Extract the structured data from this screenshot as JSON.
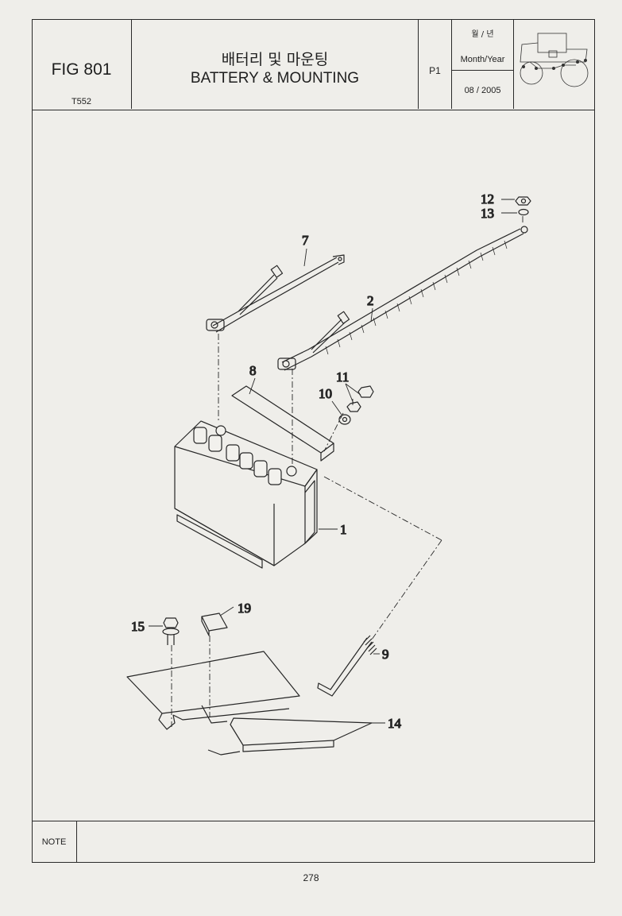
{
  "header": {
    "figure": "FIG 801",
    "model": "T552",
    "title_korean": "배터리 및 마운팅",
    "title_english": "BATTERY & MOUNTING",
    "page_code": "P1",
    "month_year_label_korean": "월 / 년",
    "month_year_label": "Month/Year",
    "date": "08 / 2005"
  },
  "callouts": [
    "12",
    "13",
    "7",
    "2",
    "8",
    "11",
    "10",
    "1",
    "19",
    "15",
    "9",
    "14"
  ],
  "note": {
    "label": "NOTE"
  },
  "footer": {
    "page_number": "278"
  }
}
